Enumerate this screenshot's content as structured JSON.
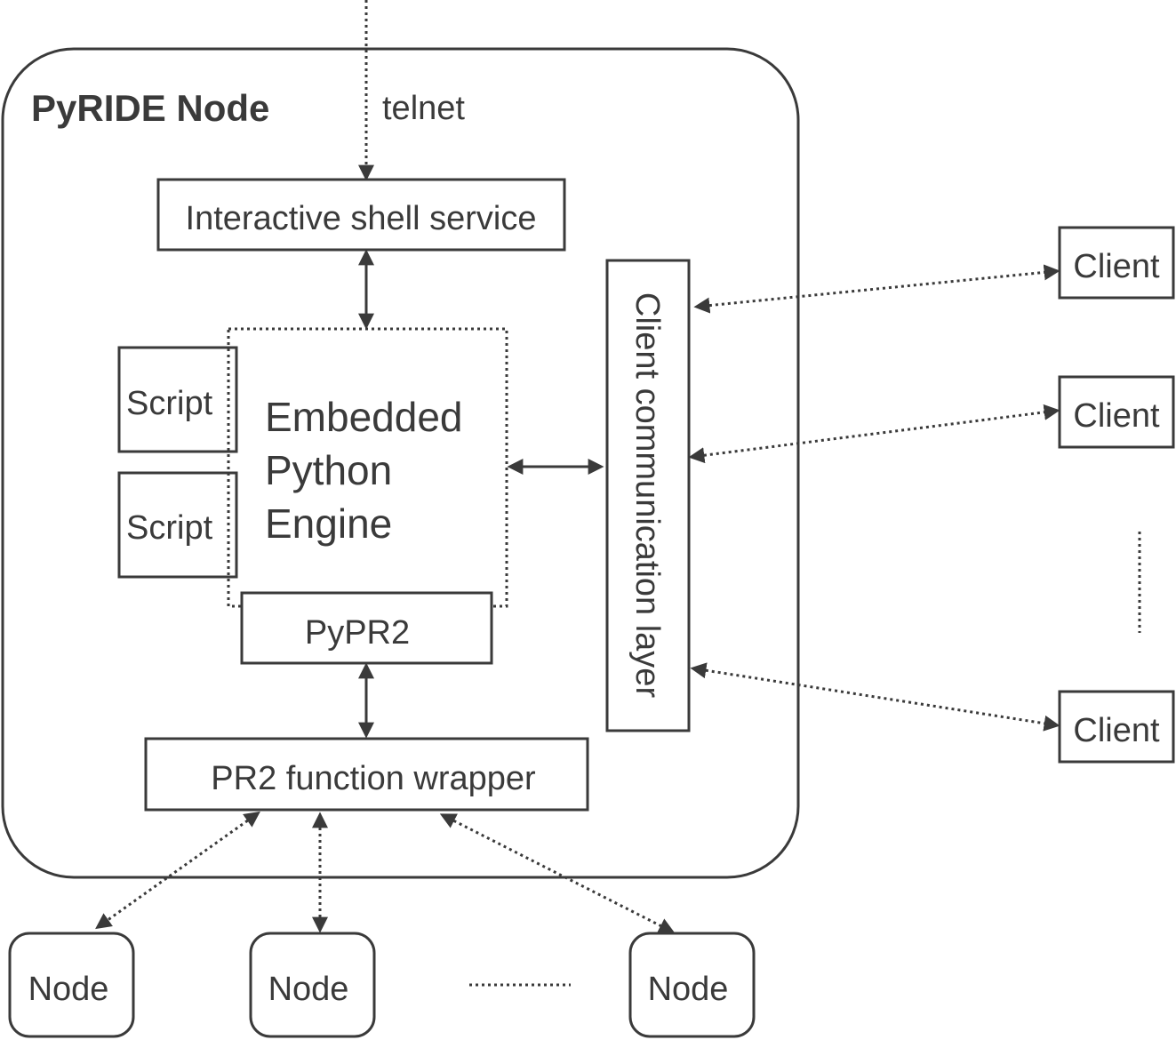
{
  "node": {
    "title": "PyRIDE Node",
    "telnet_label": "telnet"
  },
  "components": {
    "interactive_shell": "Interactive shell service",
    "engine_line1": "Embedded",
    "engine_line2": "Python",
    "engine_line3": "Engine",
    "script_1": "Script",
    "script_2": "Script",
    "pypr2": "PyPR2",
    "pr2_wrapper": "PR2 function wrapper",
    "client_layer": "Client communication layer"
  },
  "clients": [
    "Client",
    "Client",
    "Client"
  ],
  "nodes": [
    "Node",
    "Node",
    "Node"
  ],
  "colors": {
    "stroke": "#3a3a3a",
    "background": "#ffffff"
  }
}
